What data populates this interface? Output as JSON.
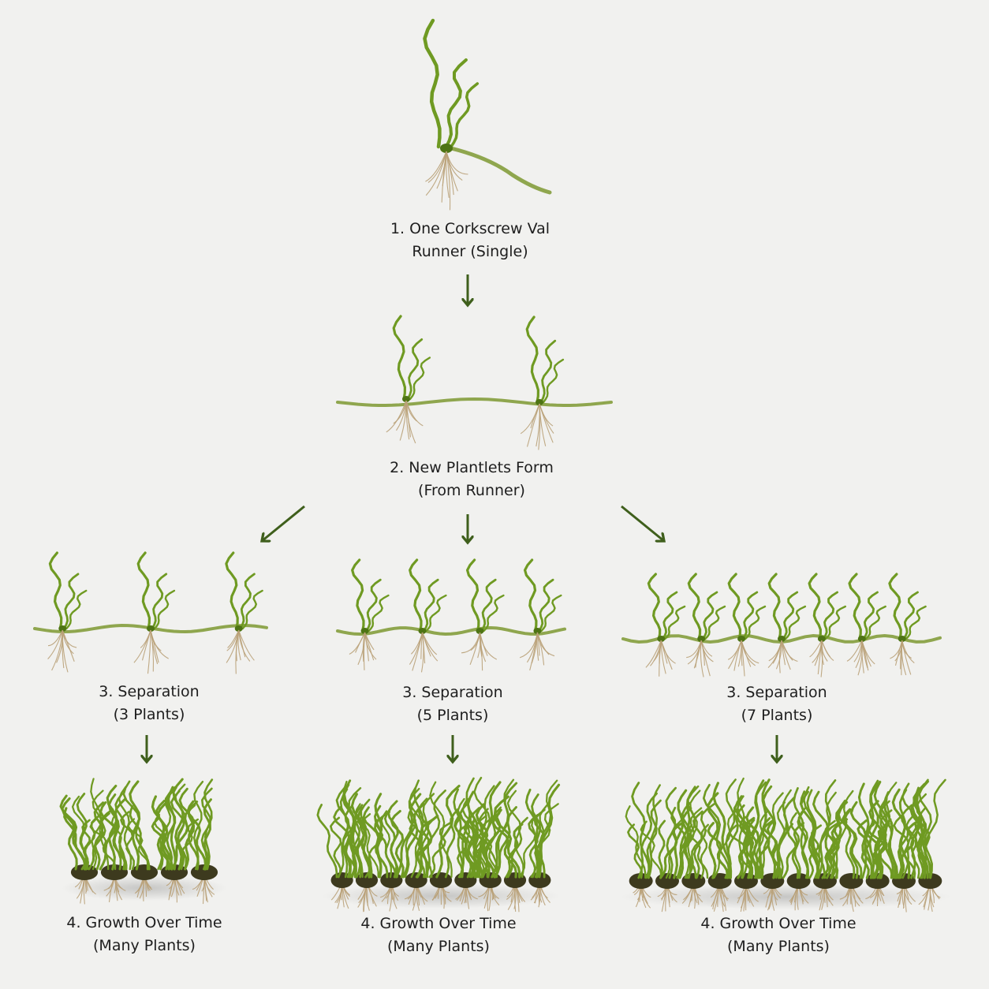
{
  "colors": {
    "background": "#f1f1ef",
    "arrow": "#3f5f1c",
    "leaf": "#6f9a22",
    "leaf_dark": "#4e7414",
    "runner": "#8fa64e",
    "root": "#b9a178",
    "soil": "#3d3a1e"
  },
  "nodes": {
    "step1": {
      "line1": "1. One Corkscrew Val",
      "line2": "Runner (Single)",
      "plants": 1
    },
    "step2": {
      "line1": "2. New Plantlets Form",
      "line2": "(From Runner)",
      "plants": 2
    },
    "sep3": {
      "line1": "3. Separation",
      "line2": "(3 Plants)",
      "plants": 3
    },
    "sep5": {
      "line1": "3. Separation",
      "line2": "(5 Plants)",
      "plants": 4
    },
    "sep7": {
      "line1": "3. Separation",
      "line2": "(7 Plants)",
      "plants": 7
    },
    "grow_a": {
      "line1": "4. Growth Over Time",
      "line2": "(Many Plants)",
      "plants": 5
    },
    "grow_b": {
      "line1": "4. Growth Over Time",
      "line2": "(Many Plants)",
      "plants": 9
    },
    "grow_c": {
      "line1": "4. Growth Over Time",
      "line2": "(Many Plants)",
      "plants": 12
    }
  }
}
